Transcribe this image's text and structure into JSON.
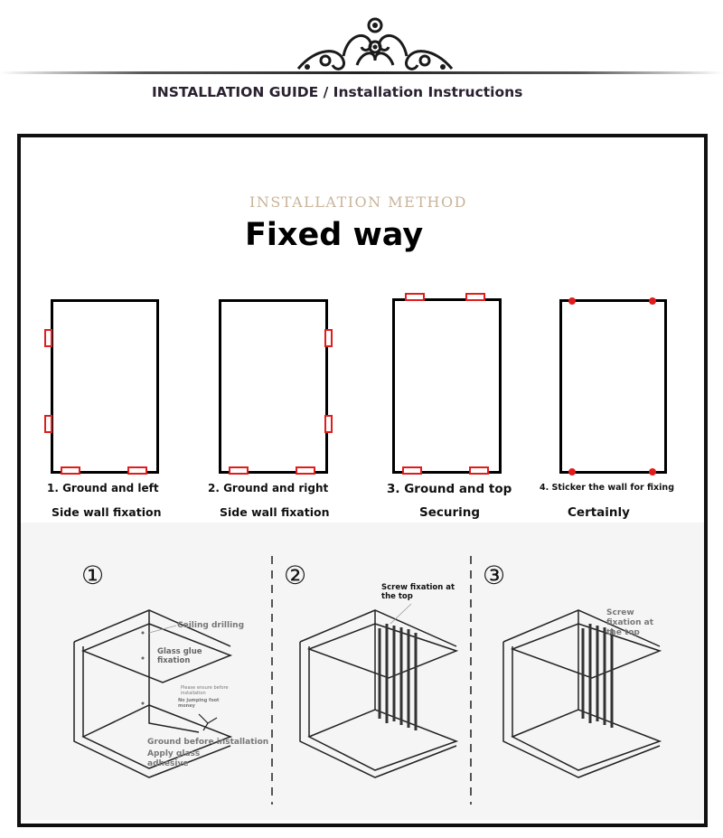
{
  "header": {
    "ornament_icon": "scroll-ornament-icon",
    "title": "INSTALLATION GUIDE / Installation Instructions"
  },
  "method": {
    "subtitle": "INSTALLATION METHOD",
    "heading": "Fixed way"
  },
  "options": [
    {
      "line1": "1. Ground and left",
      "line2": "Side wall fixation"
    },
    {
      "line1": "2. Ground and right",
      "line2": "Side wall fixation"
    },
    {
      "line1": "3. Ground and top",
      "line2": "Securing"
    },
    {
      "line1": "4. Sticker the wall for fixing",
      "line2": "Certainly"
    }
  ],
  "steps": [
    {
      "number": "①",
      "labels": {
        "ceiling": "Ceiling drilling",
        "glue": "Glass glue fixation",
        "note": "Please ensure before installation",
        "nojump": "No jumping foot money",
        "ground": "Ground before installation",
        "apply": "Apply glass adhesive"
      }
    },
    {
      "number": "②",
      "labels": {
        "screw": "Screw fixation at the top"
      }
    },
    {
      "number": "③",
      "labels": {
        "screw": "Screw fixation at the top"
      }
    }
  ],
  "colors": {
    "accent": "#e01c1c",
    "frame": "#111111",
    "method_text": "#c8b49a"
  }
}
